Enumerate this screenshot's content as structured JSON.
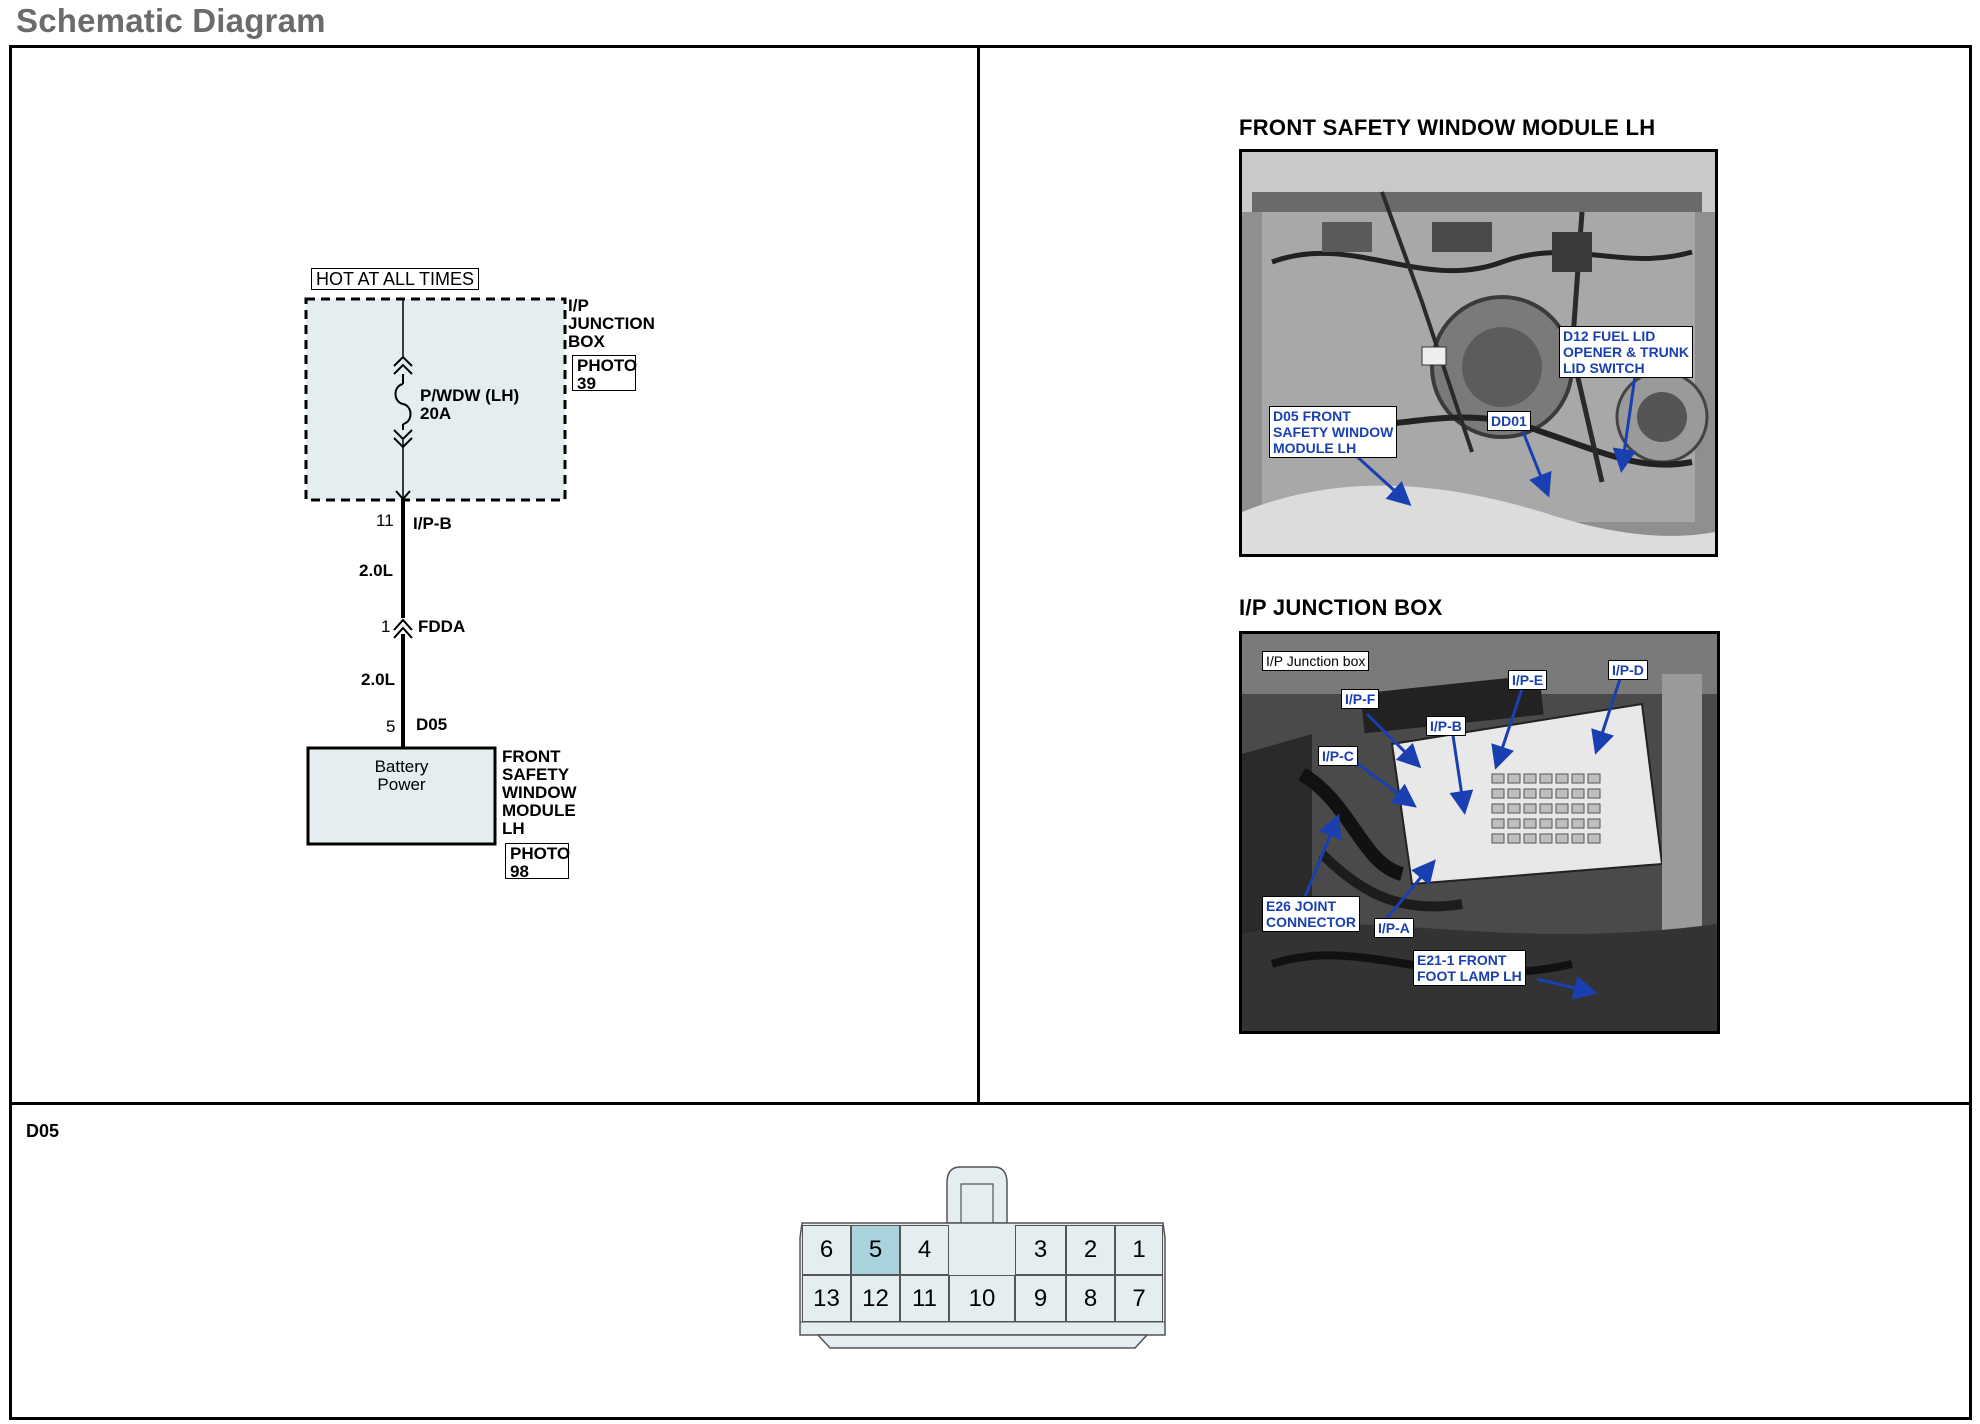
{
  "page": {
    "title": "Schematic Diagram"
  },
  "schematic": {
    "hot_label": "HOT AT ALL TIMES",
    "junction_box_label": [
      "I/P",
      "JUNCTION",
      "BOX"
    ],
    "junction_box_photo": [
      "PHOTO",
      "39"
    ],
    "fuse_label": [
      "P/WDW (LH)",
      "20A"
    ],
    "pin_ipb": "11",
    "connector_ipb": "I/P-B",
    "wire_top": "2.0L",
    "pin_fdda": "1",
    "connector_fdda": "FDDA",
    "wire_bottom": "2.0L",
    "pin_d05": "5",
    "connector_d05": "D05",
    "module_inner": [
      "Battery",
      "Power"
    ],
    "module_label": [
      "FRONT",
      "SAFETY",
      "WINDOW",
      "MODULE",
      "LH"
    ],
    "module_photo": [
      "PHOTO",
      "98"
    ],
    "colors": {
      "fill": "#e4eef0",
      "line": "#000000"
    }
  },
  "photos": {
    "top": {
      "title": "FRONT SAFETY WINDOW MODULE LH",
      "callouts": {
        "d12": [
          "D12 FUEL LID",
          "OPENER & TRUNK",
          "LID SWITCH"
        ],
        "d05": [
          "D05 FRONT",
          "SAFETY WINDOW",
          "MODULE LH"
        ],
        "dd01": [
          "DD01"
        ]
      }
    },
    "bottom": {
      "title": "I/P JUNCTION BOX",
      "callouts": {
        "jb": [
          "I/P Junction box"
        ],
        "ipf": [
          "I/P-F"
        ],
        "ipe": [
          "I/P-E"
        ],
        "ipd": [
          "I/P-D"
        ],
        "ipc": [
          "I/P-C"
        ],
        "ipb": [
          "I/P-B"
        ],
        "e26": [
          "E26 JOINT",
          "CONNECTOR"
        ],
        "ipa": [
          "I/P-A"
        ],
        "e21": [
          "E21-1 FRONT",
          "FOOT LAMP LH"
        ]
      },
      "callout_color": "#1a3fb0"
    }
  },
  "connector": {
    "name": "D05",
    "top_row": [
      "6",
      "5",
      "4",
      "3",
      "2",
      "1"
    ],
    "bottom_row": [
      "13",
      "12",
      "11",
      "10",
      "9",
      "8",
      "7"
    ],
    "highlighted_pin": "5",
    "colors": {
      "body": "#e4eef0",
      "highlight": "#a9d4dd"
    }
  }
}
